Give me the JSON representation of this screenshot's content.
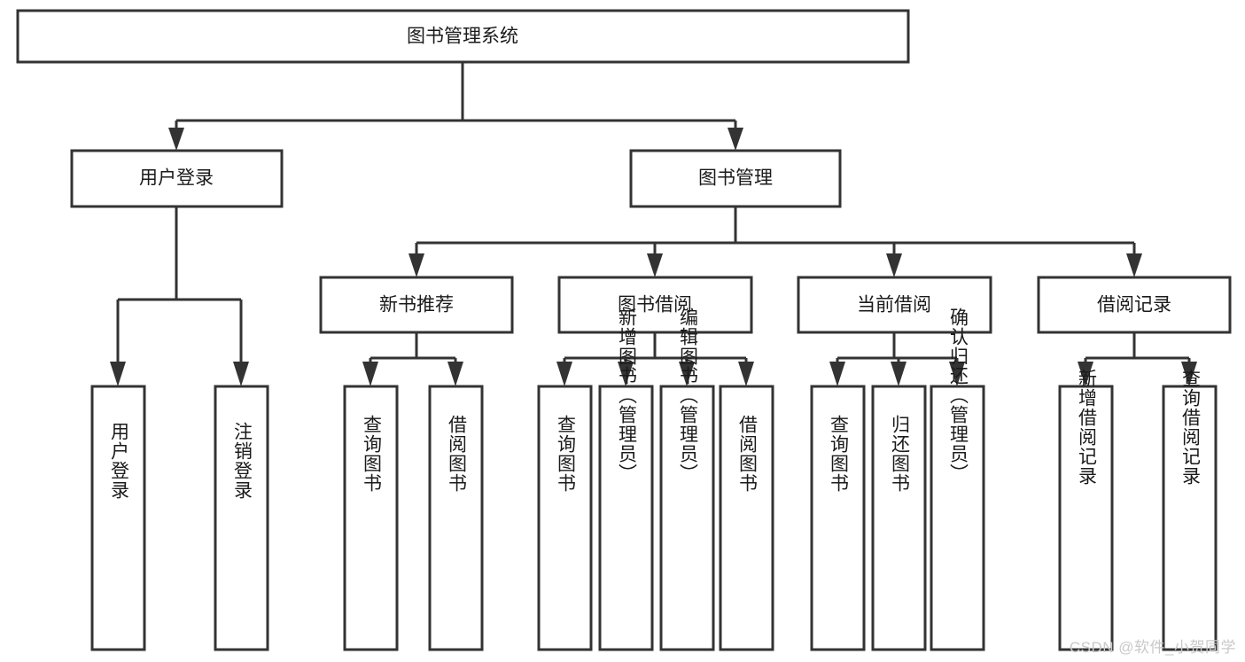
{
  "diagram": {
    "title_node": {
      "label": "图书管理系统"
    },
    "level1": [
      {
        "id": "user-login",
        "label": "用户登录"
      },
      {
        "id": "book-management",
        "label": "图书管理"
      }
    ],
    "level2": [
      {
        "id": "new-book-recommend",
        "label": "新书推荐",
        "parent": "book-management"
      },
      {
        "id": "book-borrow",
        "label": "图书借阅",
        "parent": "book-management"
      },
      {
        "id": "current-borrow",
        "label": "当前借阅",
        "parent": "book-management"
      },
      {
        "id": "borrow-record",
        "label": "借阅记录",
        "parent": "book-management"
      }
    ],
    "leaves": [
      {
        "id": "leaf-user-login",
        "label": "用户登录",
        "parent": "user-login"
      },
      {
        "id": "leaf-logout-login",
        "label": "注销登录",
        "parent": "user-login"
      },
      {
        "id": "leaf-query-book-1",
        "label": "查询图书",
        "parent": "new-book-recommend"
      },
      {
        "id": "leaf-borrow-book-1",
        "label": "借阅图书",
        "parent": "new-book-recommend"
      },
      {
        "id": "leaf-query-book-2",
        "label": "查询图书",
        "parent": "book-borrow"
      },
      {
        "id": "leaf-add-book",
        "label": "新增图书（管理员）",
        "parent": "book-borrow"
      },
      {
        "id": "leaf-edit-book",
        "label": "编辑图书（管理员）",
        "parent": "book-borrow"
      },
      {
        "id": "leaf-borrow-book-2",
        "label": "借阅图书",
        "parent": "book-borrow"
      },
      {
        "id": "leaf-query-book-3",
        "label": "查询图书",
        "parent": "current-borrow"
      },
      {
        "id": "leaf-return-book",
        "label": "归还图书",
        "parent": "current-borrow"
      },
      {
        "id": "leaf-confirm-return",
        "label": "确认归还（管理员）",
        "parent": "current-borrow"
      },
      {
        "id": "leaf-add-record",
        "label": "新增借阅记录",
        "parent": "borrow-record"
      },
      {
        "id": "leaf-query-record",
        "label": "查询借阅记录",
        "parent": "borrow-record"
      }
    ],
    "colors": {
      "stroke": "#333333",
      "fill": "#ffffff",
      "text": "#1a1a1a",
      "watermark": "#c9c9c9"
    }
  },
  "watermark": {
    "text": "CSDN @软件_小贺同学"
  }
}
